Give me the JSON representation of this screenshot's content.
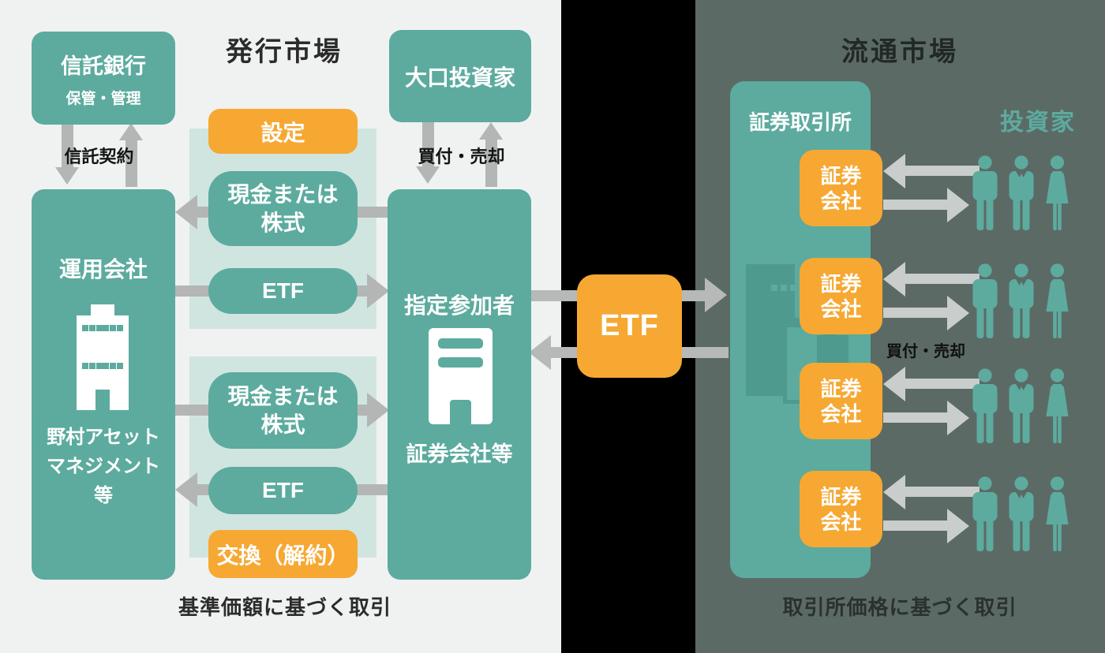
{
  "issuance_market": {
    "title": "発行市場",
    "trust_bank": {
      "name": "信託銀行",
      "role": "保管・管理"
    },
    "trust_contract_label": "信託契約",
    "management_company": {
      "name": "運用会社",
      "detail": "野村アセット\nマネジメント\n等"
    },
    "large_investor": {
      "name": "大口投資家"
    },
    "buy_sell_label": "買付・売却",
    "creation": {
      "label": "設定",
      "cash": "現金または\n株式",
      "etf": "ETF"
    },
    "redemption": {
      "label": "交換（解約）",
      "cash": "現金または\n株式",
      "etf": "ETF"
    },
    "authorized_participant": {
      "name": "指定参加者",
      "subtitle": "証券会社等"
    },
    "footer": "基準価額に基づく取引"
  },
  "etf_link_label": "ETF",
  "secondary_market": {
    "title": "流通市場",
    "exchange": {
      "name": "証券取引所"
    },
    "investors_label": "投資家",
    "buy_sell_label": "買付・売却",
    "brokers": [
      {
        "label": "証券\n会社"
      },
      {
        "label": "証券\n会社"
      },
      {
        "label": "証券\n会社"
      },
      {
        "label": "証券\n会社"
      }
    ],
    "footer": "取引所価格に基づく取引"
  },
  "colors": {
    "teal": "#5cab9e",
    "teal_dark": "#4e9a8e",
    "panel_light": "#d0e5e0",
    "orange": "#f6a833",
    "bg_left": "#f0f2f1",
    "bg_right": "#5c6a66",
    "black_band": "#000000",
    "arrow_gray": "#b3b6b5",
    "arrow_light": "#c9cdcc"
  }
}
